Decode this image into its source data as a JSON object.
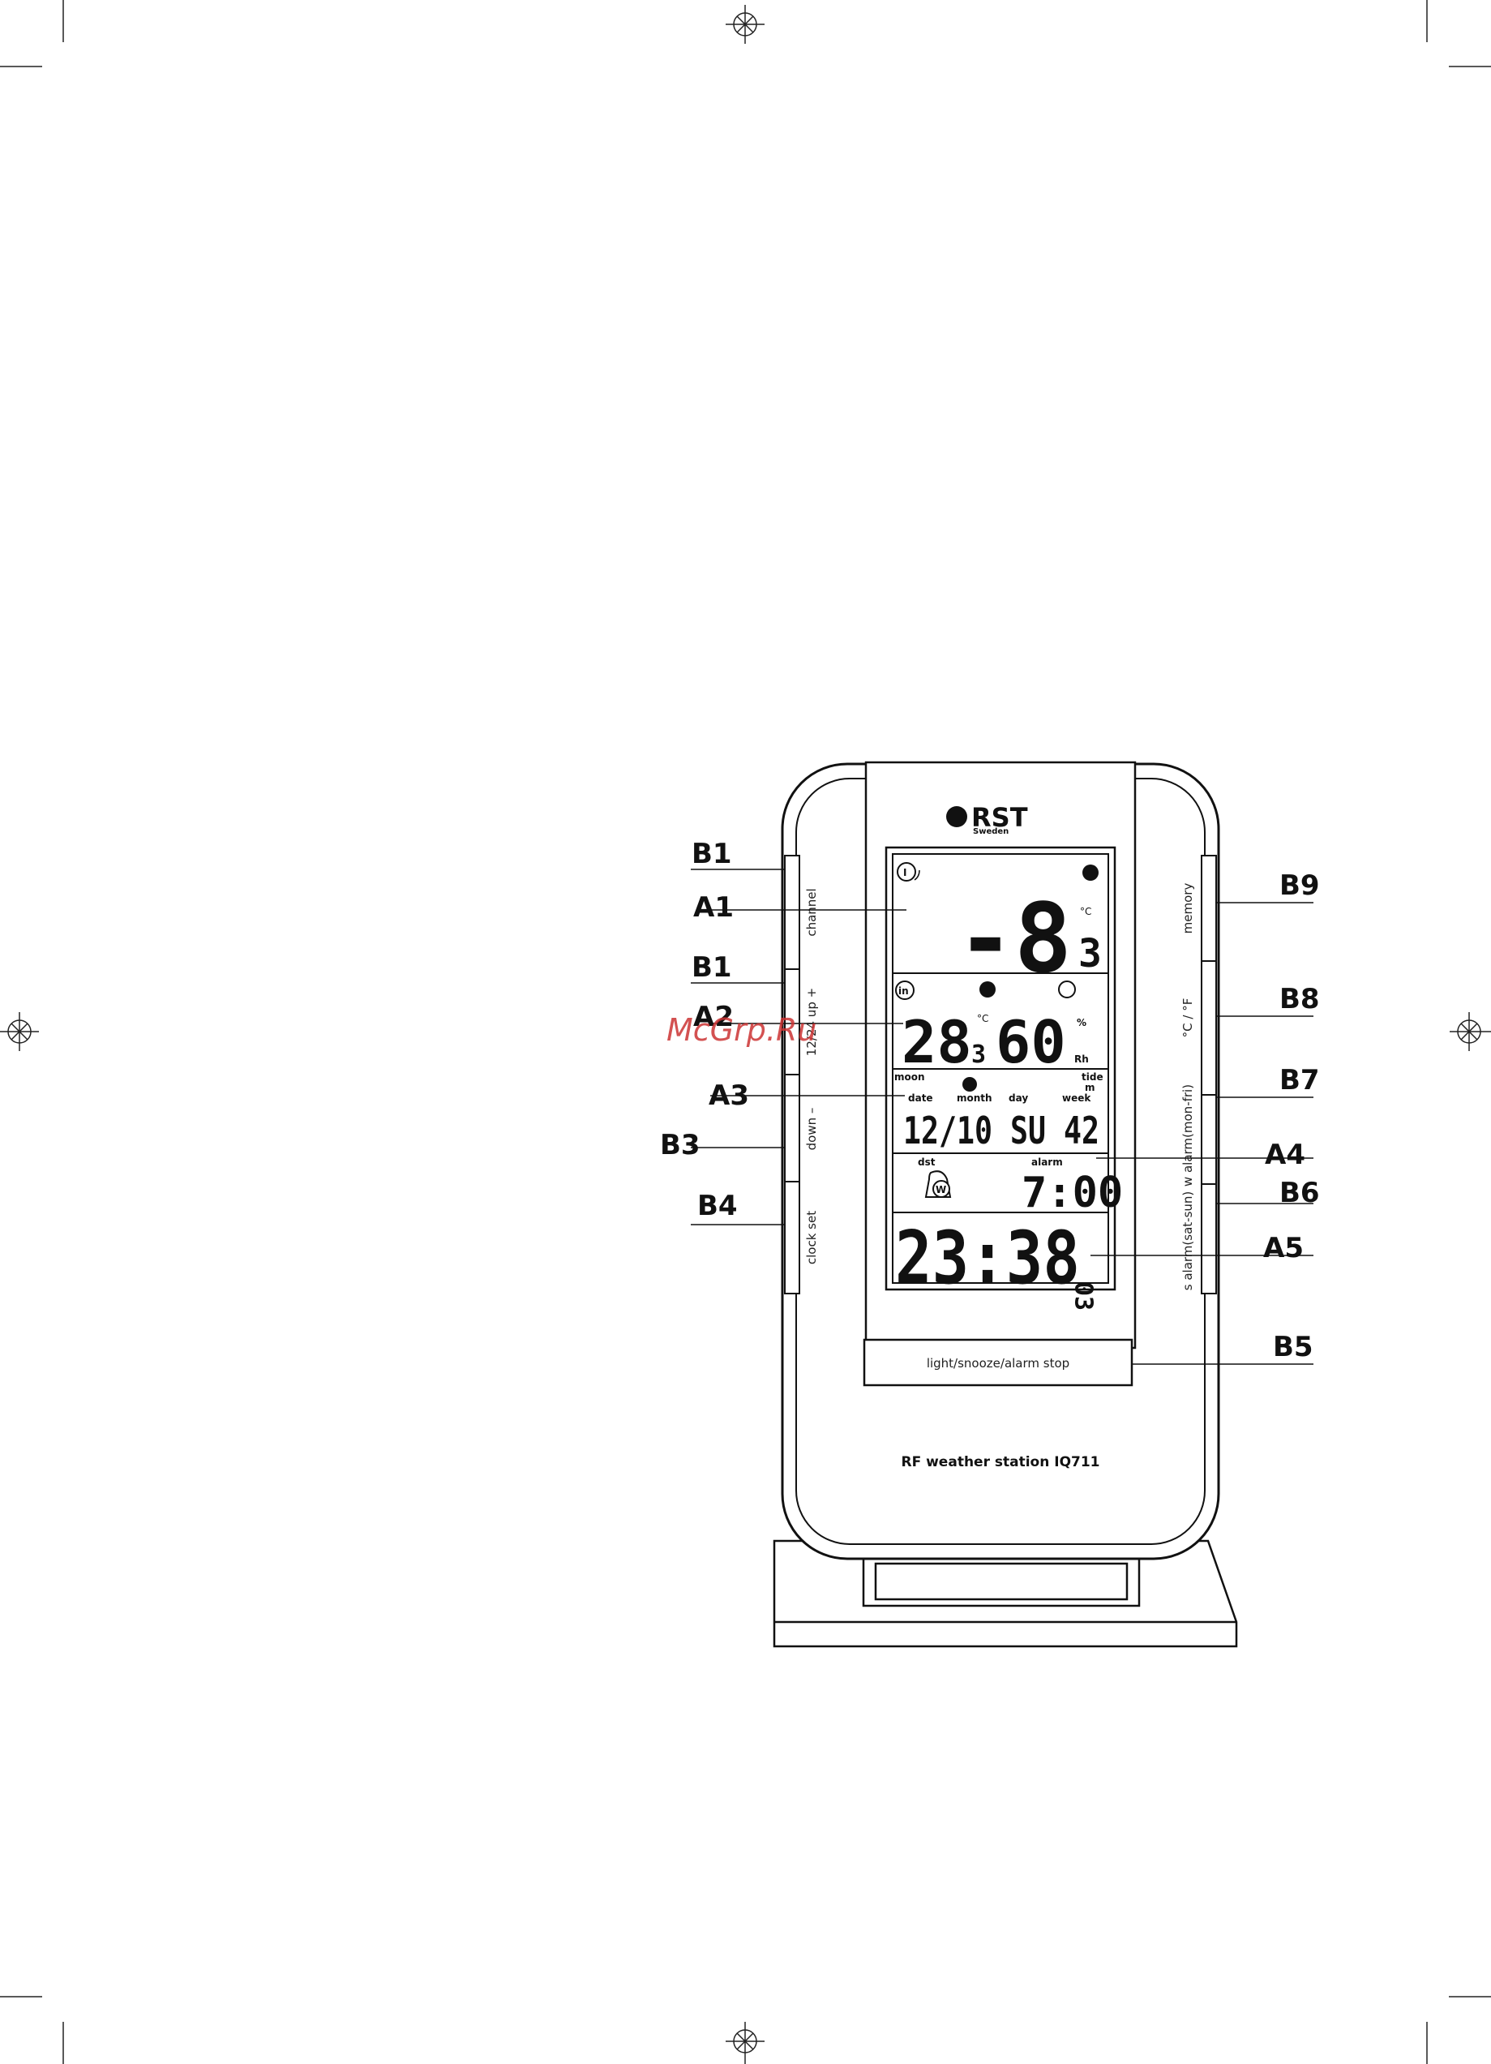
{
  "brand": {
    "name": "RST",
    "sub": "Sweden"
  },
  "lcd": {
    "outdoor": {
      "channel": "I",
      "temp": "-8",
      "temp_decimal": "3",
      "unit": "°C"
    },
    "indoor": {
      "in_label": "in",
      "temp": "28",
      "temp_decimal": "3",
      "unit": "°C",
      "humidity": "60",
      "humidity_unit": "%",
      "rh": "Rh"
    },
    "calendar": {
      "moon": "moon",
      "tide": "tide",
      "tide_unit": "m",
      "date_label": "date",
      "month_label": "month",
      "day_label": "day",
      "week_label": "week",
      "value": "12/10 SU 42"
    },
    "alarm": {
      "dst": "dst",
      "w": "W",
      "alarm_label": "alarm",
      "time": "7:00"
    },
    "clock": {
      "time": "23:38",
      "seconds": "03"
    }
  },
  "side_buttons": {
    "channel": "channel",
    "up": "12/24 up +",
    "down": "down –",
    "clock_set": "clock set",
    "memory": "memory",
    "unit": "°C / °F",
    "alarm_w": "w alarm(mon-fri)",
    "alarm_s": "s alarm(sat-sun)"
  },
  "bottom_button": "light/snooze/alarm stop",
  "device_name": "RF weather station IQ711",
  "callouts": {
    "left": [
      "B1",
      "A1",
      "B1",
      "A2",
      "A3",
      "B3",
      "B4"
    ],
    "right": [
      "B9",
      "B8",
      "B7",
      "A4",
      "B6",
      "A5",
      "B5"
    ]
  },
  "watermark": "McGrp.Ru"
}
